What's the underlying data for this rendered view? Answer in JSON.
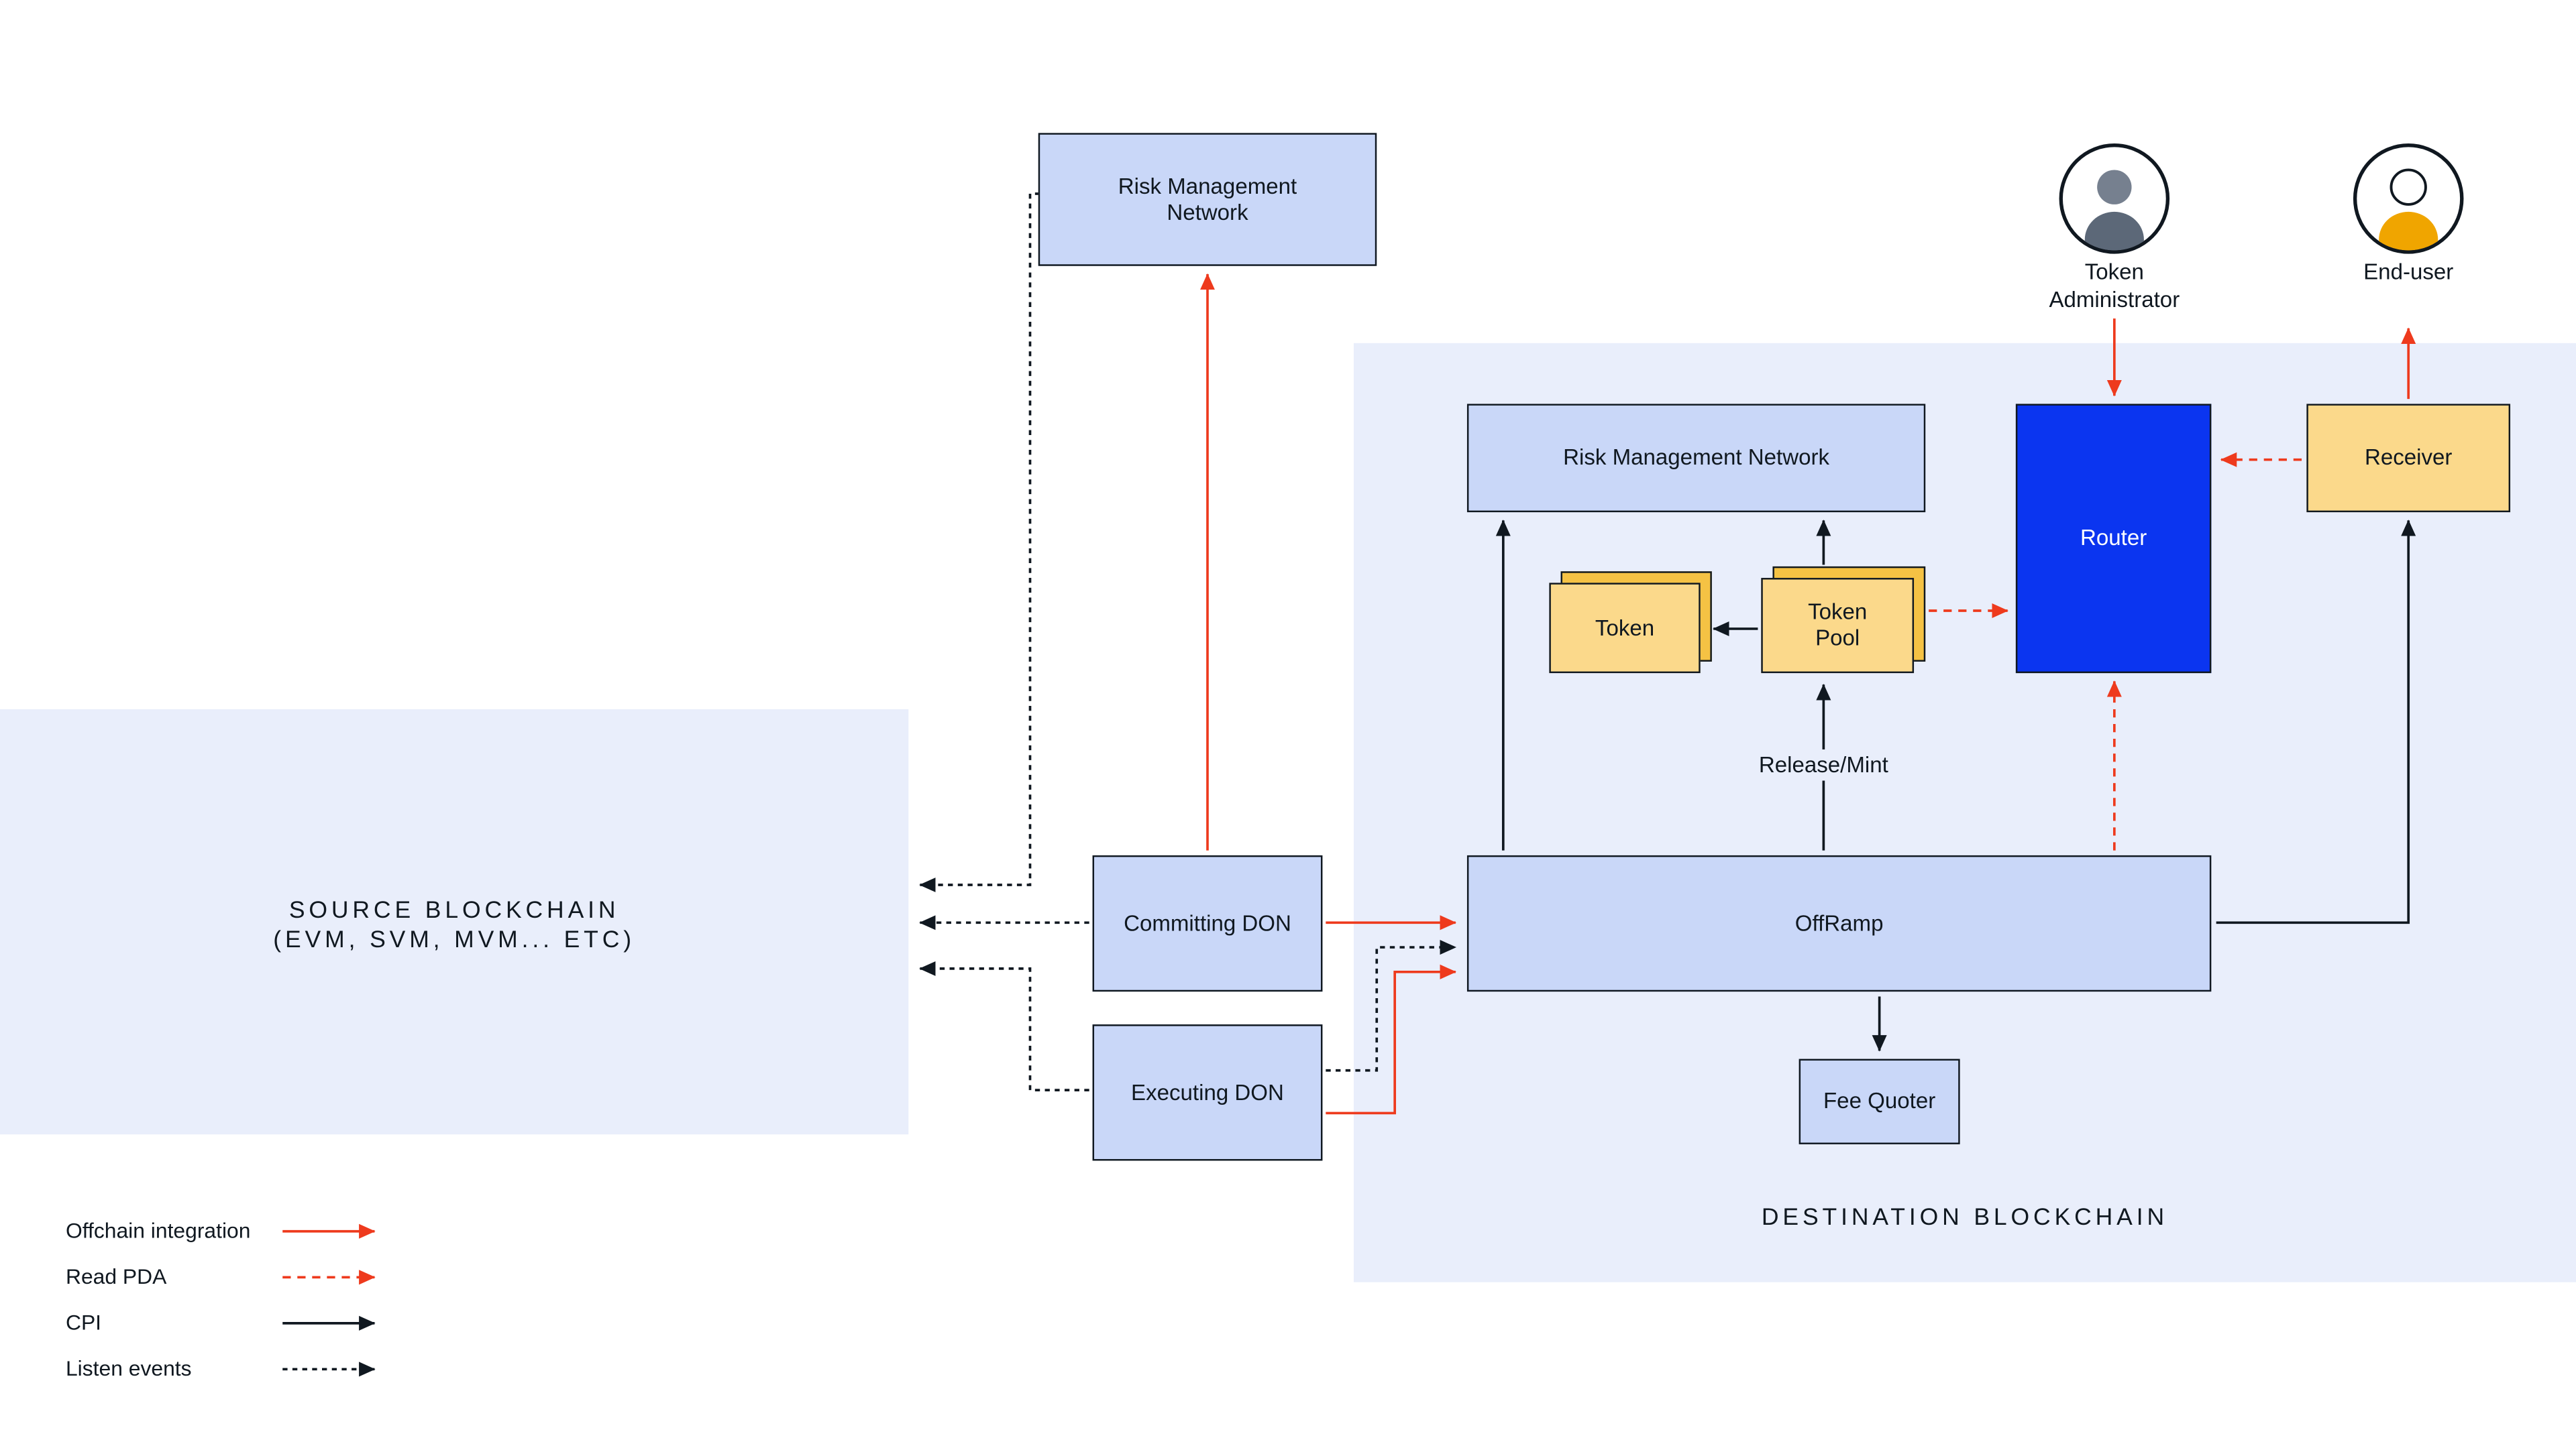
{
  "colors": {
    "red": "#ee3a1d",
    "router_blue": "#0b35f0",
    "box_blue": "#c9d7f8",
    "box_yellow": "#fbd98b",
    "card_back_yellow": "#f5c244",
    "region_bg": "#e9eefb",
    "ink": "#101820",
    "admin_head": "#76808f",
    "admin_body": "#5c6878",
    "user_head": "#ffffff",
    "user_body": "#f0a500"
  },
  "regions": {
    "source": {
      "title_line1": "SOURCE BLOCKCHAIN",
      "title_line2": "(EVM, SVM, MVM... ETC)"
    },
    "destination": {
      "title": "DESTINATION BLOCKCHAIN"
    }
  },
  "nodes": {
    "rmn_offchain": {
      "label": "Risk Management Network"
    },
    "rmn_destination": {
      "label": "Risk Management Network"
    },
    "token": {
      "label": "Token"
    },
    "token_pool": {
      "label": "Token Pool"
    },
    "router": {
      "label": "Router"
    },
    "receiver": {
      "label": "Receiver"
    },
    "offramp": {
      "label": "OffRamp"
    },
    "fee_quoter": {
      "label": "Fee Quoter"
    },
    "committing_don": {
      "label": "Committing DON"
    },
    "executing_don": {
      "label": "Executing DON"
    }
  },
  "actors": {
    "token_administrator": {
      "label": "Token Administrator"
    },
    "end_user": {
      "label": "End-user"
    }
  },
  "edge_labels": {
    "release_mint": "Release/Mint"
  },
  "legend": {
    "items": [
      {
        "label": "Offchain integration",
        "style": "red-solid"
      },
      {
        "label": "Read PDA",
        "style": "red-dashed"
      },
      {
        "label": "CPI",
        "style": "black-solid"
      },
      {
        "label": "Listen events",
        "style": "black-dashed"
      }
    ]
  }
}
